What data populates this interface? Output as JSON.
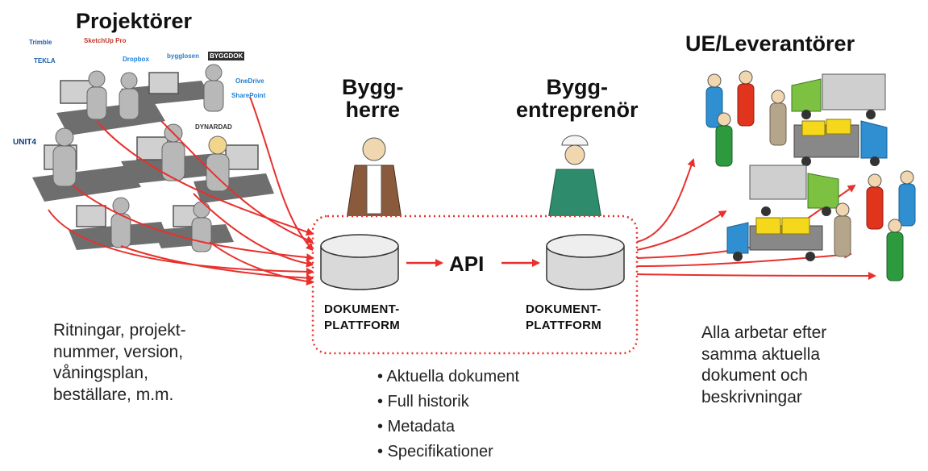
{
  "headers": {
    "designers": "Projektörer",
    "client": "Bygg-\nherre",
    "contractor": "Bygg-\nentreprenör",
    "suppliers": "UE/Leverantörer"
  },
  "platforms": {
    "left_label": "DOKUMENT-\nPLATTFORM",
    "right_label": "DOKUMENT-\nPLATTFORM",
    "api": "API"
  },
  "left_text": "Ritningar, projekt-\nnummer, version,\nvåningsplan,\nbeställare, m.m.",
  "right_text": "Alla arbetar efter\nsamma aktuella\ndokument och\nbeskrivningar",
  "bullets": [
    "Aktuella dokument",
    "Full historik",
    "Metadata",
    "Specifikationer"
  ],
  "logos": [
    {
      "text": "Trimble",
      "color": "#1b5fa8"
    },
    {
      "text": "SketchUp Pro",
      "color": "#c0392b"
    },
    {
      "text": "TEKLA",
      "color": "#1b5fa8"
    },
    {
      "text": "Dropbox",
      "color": "#1e7fd6"
    },
    {
      "text": "bygglosen",
      "color": "#2a7dc9"
    },
    {
      "text": "OneDrive",
      "color": "#1e7fd6"
    },
    {
      "text": "SharePoint",
      "color": "#1e7fd6"
    },
    {
      "text": "UNIT4",
      "color": "#0b3b7a"
    },
    {
      "text": "BYGGDOK",
      "color": "#555555"
    },
    {
      "text": "DYNARDAD",
      "color": "#333333"
    }
  ],
  "colors": {
    "arrow": "#e8302c",
    "boundary": "#e8302c",
    "cylinder_fill": "#d9d9d9",
    "person_gray": "#b8b8b8",
    "worker_blue": "#2f8fd1",
    "worker_red": "#e1341d",
    "worker_green": "#2e9a3e",
    "truck_green": "#7cc142",
    "cargo_yellow": "#f5d81c"
  }
}
